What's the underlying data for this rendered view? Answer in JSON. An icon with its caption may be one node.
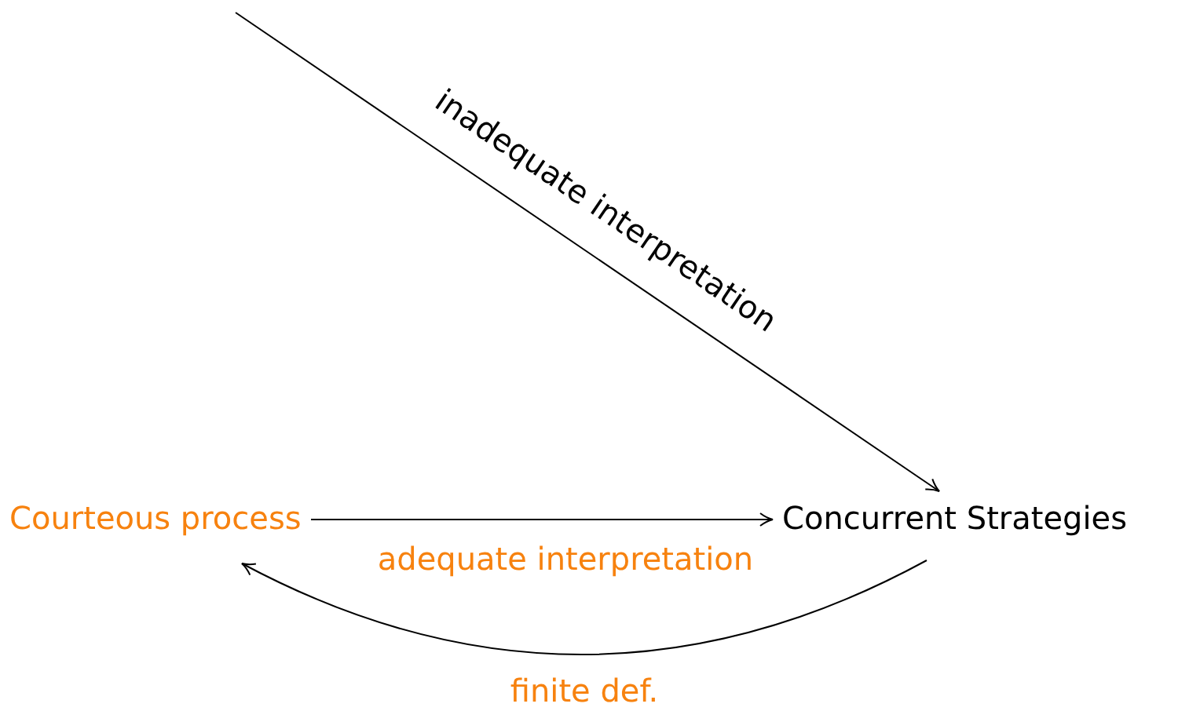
{
  "diagram": {
    "nodes": [
      {
        "text": [
          "Courteous process"
        ]
      },
      {
        "text": [
          "Concurrent Strategies"
        ]
      }
    ],
    "edges": [
      {
        "from": null,
        "to": 1,
        "arrow": "to",
        "label": "inadequate interpretation"
      },
      {
        "from": 0,
        "to": 1,
        "arrow": "to",
        "label": "adequate interpretation"
      },
      {
        "from": 1,
        "to": 0,
        "arrow": "to",
        "label": "finite def."
      }
    ]
  }
}
